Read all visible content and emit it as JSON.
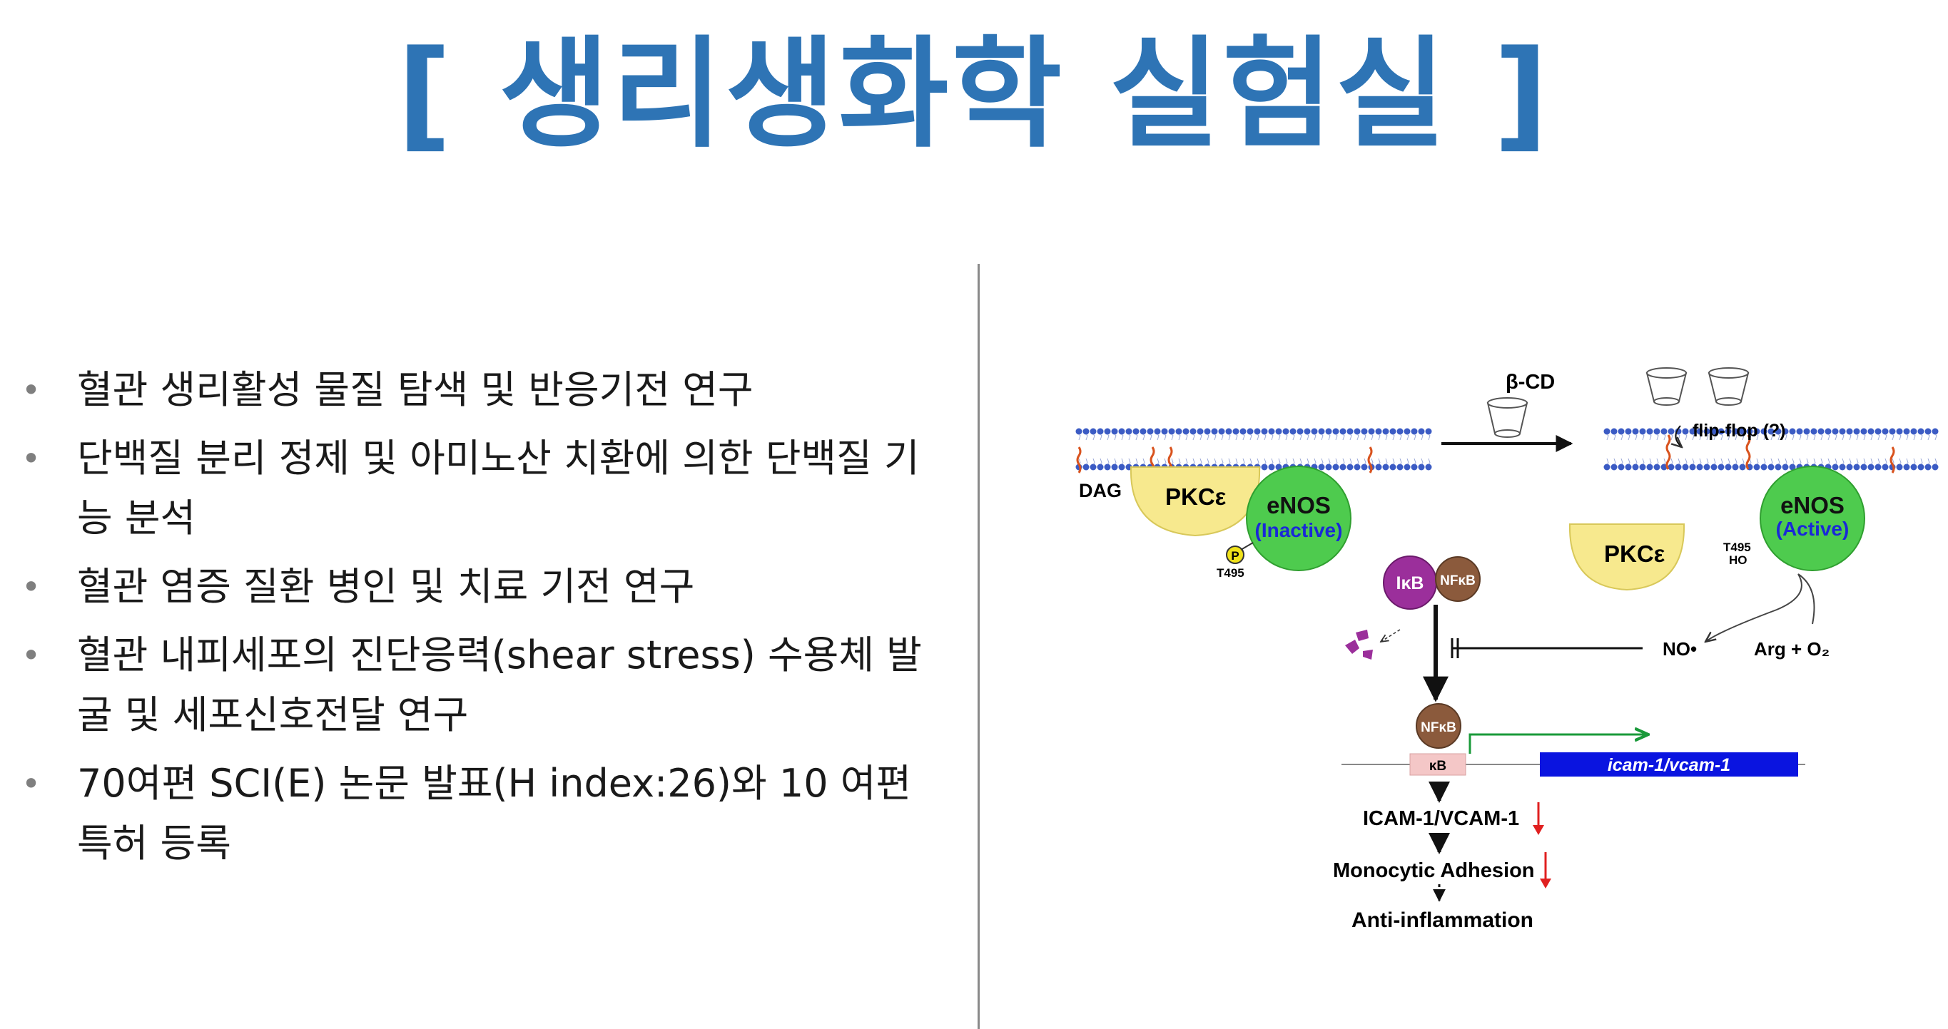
{
  "title": "[ 생리생화학 실험실 ]",
  "bullets": [
    "혈관 생리활성 물질 탐색 및 반응기전 연구",
    "단백질 분리 정제 및 아미노산 치환에 의한 단백질 기능 분석",
    "혈관 염증 질환 병인 및 치료 기전 연구",
    "혈관 내피세포의 진단응력(shear stress) 수용체 발굴 및 세포신호전달 연구",
    "70여편 SCI(E) 논문 발표(H index:26)와 10 여편 특허 등록"
  ],
  "diagram": {
    "beta_cd": "β-CD",
    "dag": "DAG",
    "pkc": "PKCε",
    "enos": "eNOS",
    "inactive": "(Inactive)",
    "active": "(Active)",
    "p": "P",
    "t495": "T495",
    "ho": "HO",
    "flip_flop": "flip-flop (?)",
    "ikb": "IκB",
    "nfkb": "NFκB",
    "no": "NO•",
    "arg": "Arg + O₂",
    "kb": "κB",
    "gene": "icam-1/vcam-1",
    "icam": "ICAM-1/VCAM-1",
    "mono": "Monocytic Adhesion",
    "anti": "Anti-inflammation",
    "colors": {
      "title": "#2e74b5",
      "membrane": "#3b5bc4",
      "pkc": "#f7e98e",
      "enos": "#4ecb4e",
      "ikb": "#9b2f9b",
      "nfkb": "#8b5a3c",
      "gene": "#0a14e0",
      "promoter": "#f4c7c7",
      "green_arrow": "#1a9a3a",
      "down_arrow": "#e02020"
    }
  }
}
